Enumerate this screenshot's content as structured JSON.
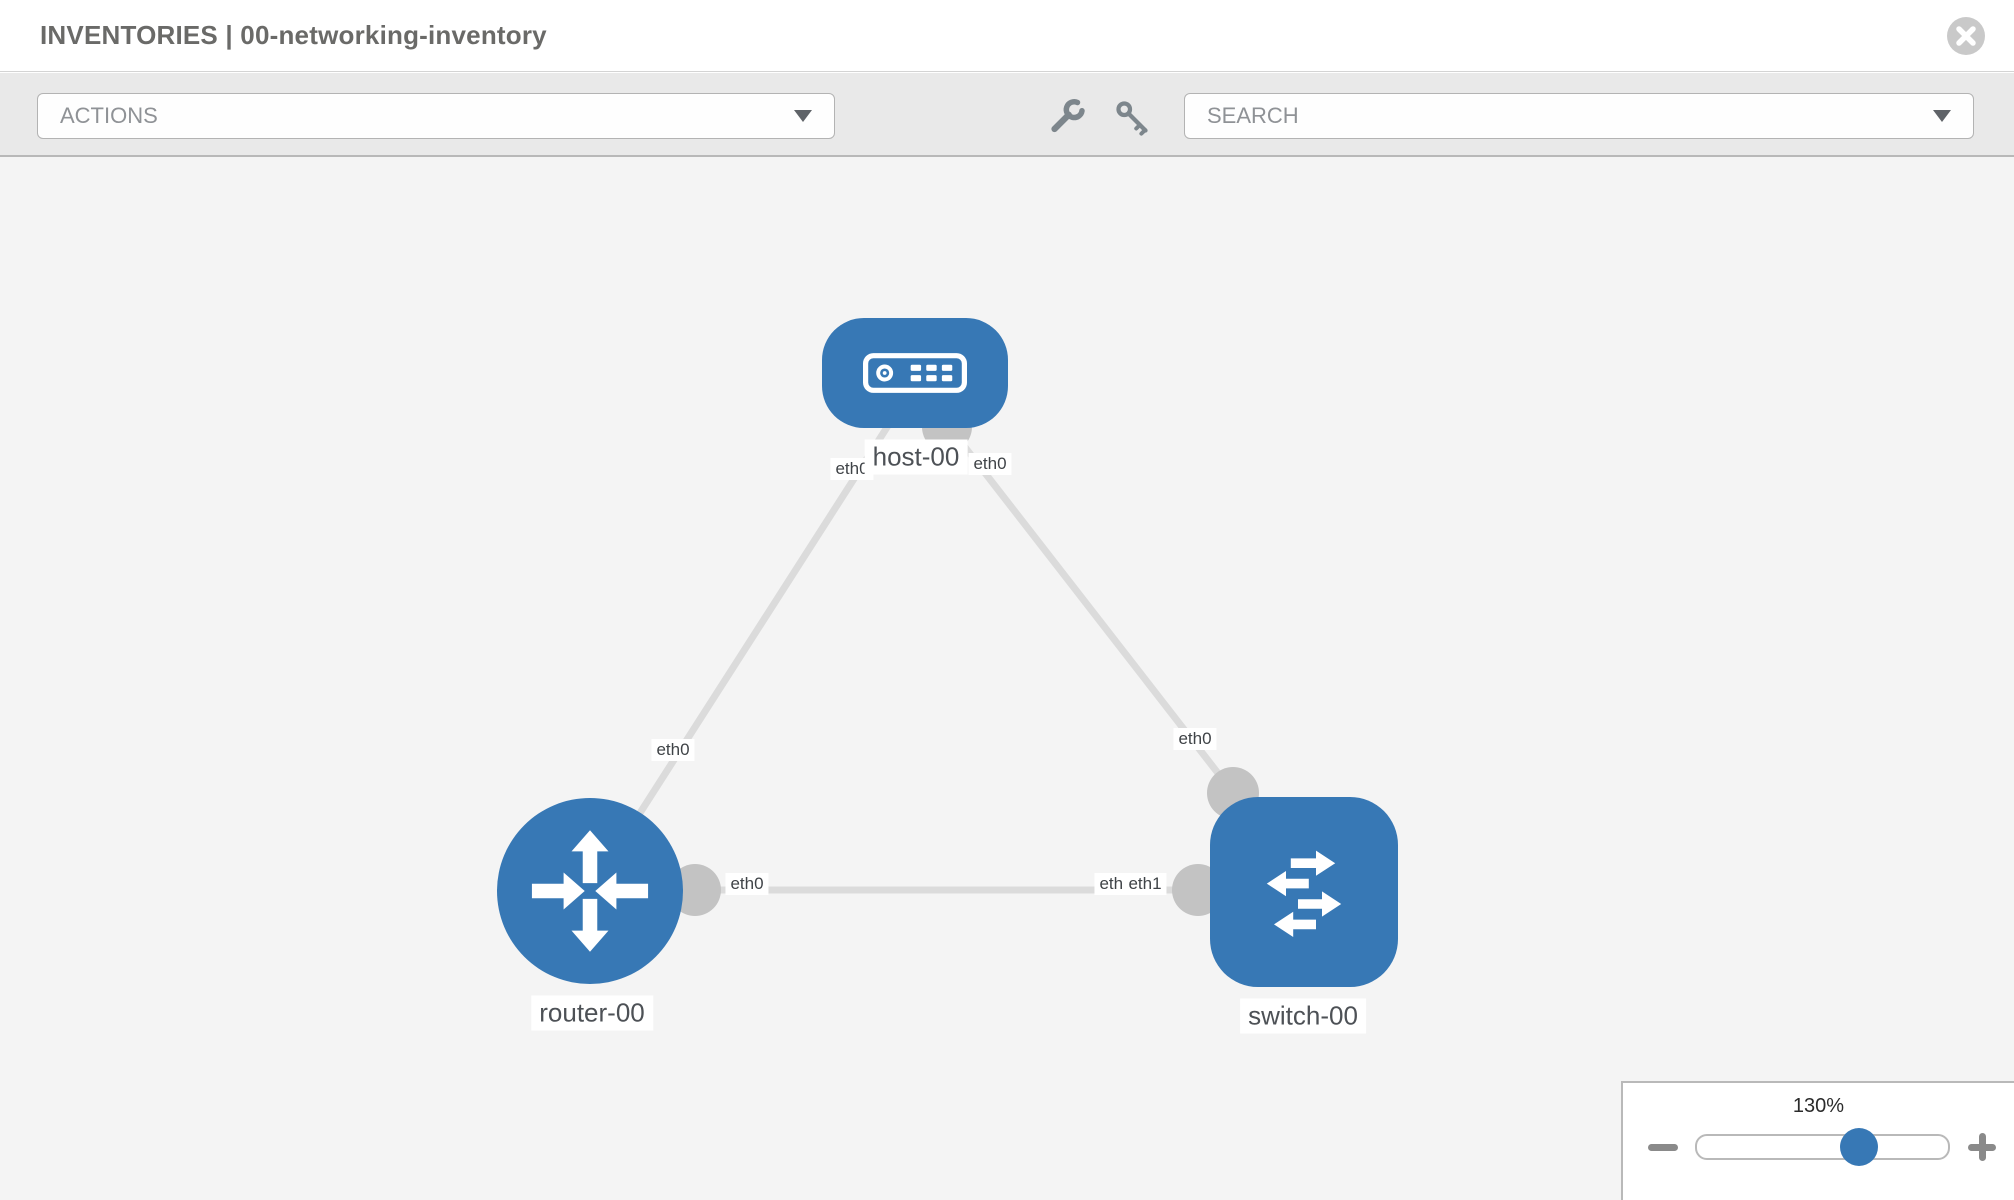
{
  "header": {
    "title": "INVENTORIES | 00-networking-inventory"
  },
  "toolbar": {
    "actions_label": "ACTIONS",
    "search_placeholder": "SEARCH"
  },
  "topology": {
    "nodes": [
      {
        "label": "host-00",
        "type": "host",
        "shape": "rounded-rectangle"
      },
      {
        "label": "router-00",
        "type": "router",
        "shape": "circle"
      },
      {
        "label": "switch-00",
        "type": "switch",
        "shape": "rounded-square"
      }
    ],
    "links": [
      {
        "from": "router-00",
        "from_interface": "eth0",
        "to": "host-00",
        "to_interface": "eth0"
      },
      {
        "from": "host-00",
        "from_interface": "eth0",
        "to": "switch-00",
        "to_interface": "eth0"
      },
      {
        "from": "router-00",
        "from_interface": "eth0",
        "to": "switch-00",
        "to_interface": "eth1"
      }
    ],
    "eth_labels": [
      {
        "text": "eth0",
        "position": "host-00-bottom-left"
      },
      {
        "text": "eth0",
        "position": "host-00-bottom-right"
      },
      {
        "text": "eth0",
        "position": "link-router-host-mid"
      },
      {
        "text": "eth0",
        "position": "link-host-switch-mid"
      },
      {
        "text": "eth0",
        "position": "link-router-switch-router-end"
      },
      {
        "text": "eth0",
        "position": "link-router-switch-switch-end-under"
      },
      {
        "text": "eth1",
        "position": "link-router-switch-switch-end"
      }
    ],
    "colors": {
      "node_blue": "#3778b5",
      "link_gray": "#dbdbdb",
      "connector_gray": "#c3c3c3",
      "canvas_bg": "#f4f4f4"
    }
  },
  "zoom_control": {
    "level": "130%",
    "slider_position": 0.65
  },
  "icons": {
    "close": "circle-x",
    "wrench": "wrench",
    "key": "key",
    "dropdown": "caret-down",
    "zoom_out": "minus",
    "zoom_in": "plus"
  }
}
